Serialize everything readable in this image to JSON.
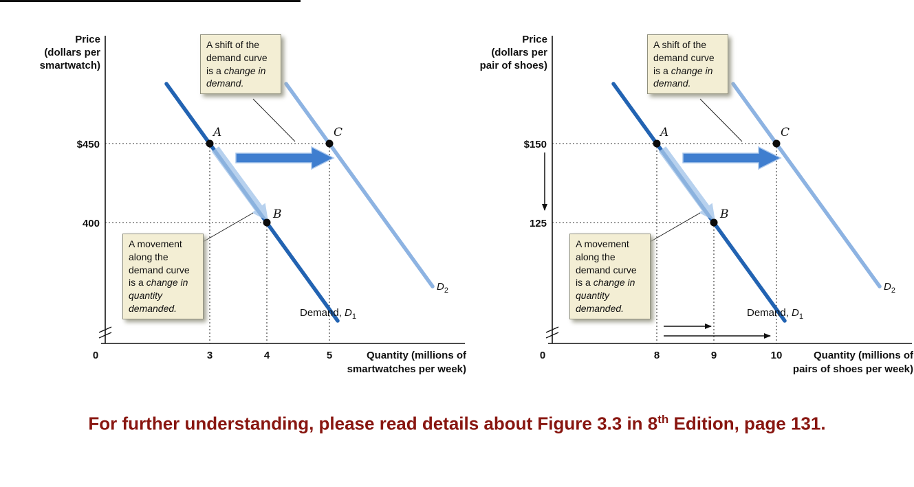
{
  "caption": {
    "text_before_sup": "For further understanding, please read details about Figure 3.3 in 8",
    "sup": "th",
    "text_after_sup": " Edition, page 131."
  },
  "annotations": {
    "shift_box": {
      "l1": "A shift of the",
      "l2": "demand curve",
      "l3_normal": "is a ",
      "l3_italic": "change in",
      "l4_italic": "demand."
    },
    "movement_box": {
      "l1": "A movement",
      "l2": "along the",
      "l3": "demand curve",
      "l4_normal": "is a ",
      "l4_italic": "change in",
      "l5_italic": "quantity",
      "l6_italic": "demanded."
    }
  },
  "colors": {
    "demand_curve_d1": "#2263b2",
    "demand_curve_d2": "#8db3e2",
    "shift_arrow": "#3f7ecf",
    "movement_arrow": "#a6c6ea",
    "note_background": "#f3eed4",
    "caption_text": "#881610"
  },
  "chart_data": [
    {
      "type": "line",
      "ylabel_lines": [
        "Price",
        "(dollars per",
        "smartwatch)"
      ],
      "xlabel_lines": [
        "Quantity (millions of",
        "smartwatches per week)"
      ],
      "origin_label": "0",
      "y_ticks": [
        {
          "label": "$450",
          "value": 450
        },
        {
          "label": "400",
          "value": 400
        }
      ],
      "x_ticks": [
        {
          "label": "3",
          "value": 3
        },
        {
          "label": "4",
          "value": 4
        },
        {
          "label": "5",
          "value": 5
        }
      ],
      "points": [
        {
          "label": "A",
          "x": 3,
          "y": 450
        },
        {
          "label": "B",
          "x": 4,
          "y": 400
        },
        {
          "label": "C",
          "x": 5,
          "y": 450
        }
      ],
      "series": [
        {
          "name": "Demand, D1",
          "points": [
            [
              3,
              450
            ],
            [
              4,
              400
            ]
          ],
          "color": "#2263b2"
        },
        {
          "name": "D2",
          "points": [
            [
              5,
              450
            ],
            [
              6,
              400
            ]
          ],
          "color": "#8db3e2"
        }
      ],
      "curve_labels": {
        "d1_prefix": "Demand, ",
        "d1_letter": "D",
        "d1_sub": "1",
        "d2_letter": "D",
        "d2_sub": "2"
      },
      "extras": false
    },
    {
      "type": "line",
      "ylabel_lines": [
        "Price",
        "(dollars per",
        "pair of shoes)"
      ],
      "xlabel_lines": [
        "Quantity (millions of",
        "pairs of shoes per week)"
      ],
      "origin_label": "0",
      "y_ticks": [
        {
          "label": "$150",
          "value": 150
        },
        {
          "label": "125",
          "value": 125
        }
      ],
      "x_ticks": [
        {
          "label": "8",
          "value": 8
        },
        {
          "label": "9",
          "value": 9
        },
        {
          "label": "10",
          "value": 10
        }
      ],
      "points": [
        {
          "label": "A",
          "x": 8,
          "y": 150
        },
        {
          "label": "B",
          "x": 9,
          "y": 125
        },
        {
          "label": "C",
          "x": 10,
          "y": 150
        }
      ],
      "series": [
        {
          "name": "Demand, D1",
          "points": [
            [
              8,
              150
            ],
            [
              9,
              125
            ]
          ],
          "color": "#2263b2"
        },
        {
          "name": "D2",
          "points": [
            [
              10,
              150
            ],
            [
              11,
              125
            ]
          ],
          "color": "#8db3e2"
        }
      ],
      "curve_labels": {
        "d1_prefix": "Demand, ",
        "d1_letter": "D",
        "d1_sub": "1",
        "d2_letter": "D",
        "d2_sub": "2"
      },
      "extras": true
    }
  ]
}
